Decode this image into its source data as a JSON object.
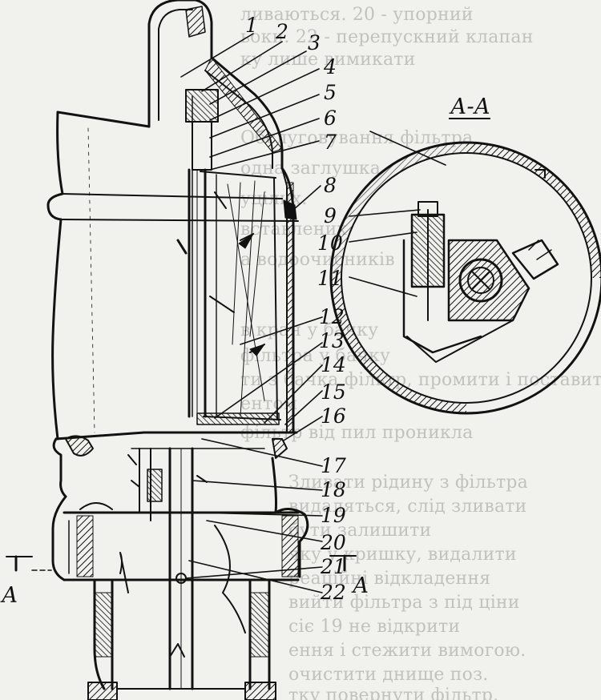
{
  "background_text": [
    "ливаються. 20 - упорний",
    "ьоки. 22 - перепускний клапан",
    "ку лише вимикати",
    "Обслуговування фільтра",
    "одна заглушка",
    "уцілих.",
    "вставлених",
    "а водоочисників",
    "в кран у бачку",
    "фільтра у бачку",
    "ти з бачка фільтр, промити і поставити",
    "ентом",
    "фільтр від пил проникла",
    "Зливати рідину з фільтра",
    "видаляться, слід зливати",
    "бути залишити",
    "яку у кришку, видалити",
    "реаційні відкладення",
    "вийти фільтра з під ціни",
    "сіє 19 не відкрити",
    "ення і стежити вимогою.",
    "очистити днище поз.",
    "тку повернути фільтр."
  ],
  "part_numbers": [
    "1",
    "2",
    "3",
    "4",
    "5",
    "6",
    "7",
    "8",
    "9",
    "10",
    "11",
    "12",
    "13",
    "14",
    "15",
    "16",
    "17",
    "18",
    "19",
    "20",
    "21",
    "22"
  ],
  "section": {
    "title": "А-А",
    "mark_left": "А",
    "mark_right": "А"
  },
  "colors": {
    "ink": "#121212",
    "paper": "#f1f1ee",
    "ghost": "#9a9a96"
  }
}
